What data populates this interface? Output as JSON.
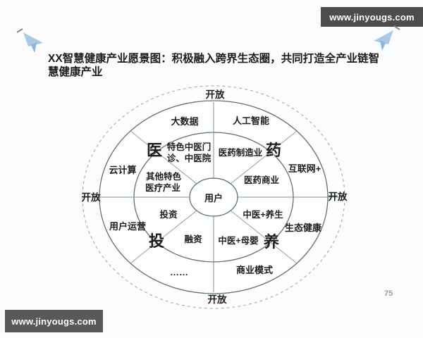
{
  "watermark": {
    "text": "www.jinyougs.com"
  },
  "title": "XX智慧健康产业愿景图：积极融入跨界生态圈，共同打造全产业链智慧健康产业",
  "page_number": "75",
  "diagram": {
    "center_label": "用户",
    "open": {
      "top": "开放",
      "bottom": "开放",
      "left": "开放",
      "right": "开放"
    },
    "quadrants": {
      "medical": "医",
      "pharma": "药",
      "investment": "投",
      "wellness": "养"
    },
    "outer_ring": {
      "big_data": "大数据",
      "ai": "人工智能",
      "cloud_computing": "云计算",
      "internet_plus": "互联网+",
      "user_operation": "用户运营",
      "eco_health": "生态健康",
      "ellipsis": "……",
      "business_model": "商业模式"
    },
    "inner_ring": {
      "tcm_clinic_l1": "特色中医门",
      "tcm_clinic_l2": "诊、中医院",
      "pharma_manufacturing": "医药制造业",
      "other_medical_l1": "其他特色",
      "other_medical_l2": "医疗产业",
      "pharma_commerce": "医药商业",
      "investment": "投资",
      "tcm_wellness": "中医+养生",
      "financing": "融资",
      "tcm_maternity": "中医+母婴"
    }
  },
  "colors": {
    "banner_bg": "#4d4d4d",
    "line": "#5d7076",
    "dashed_line": "#98a4aa",
    "plane_blue": "#a9c8e5"
  }
}
